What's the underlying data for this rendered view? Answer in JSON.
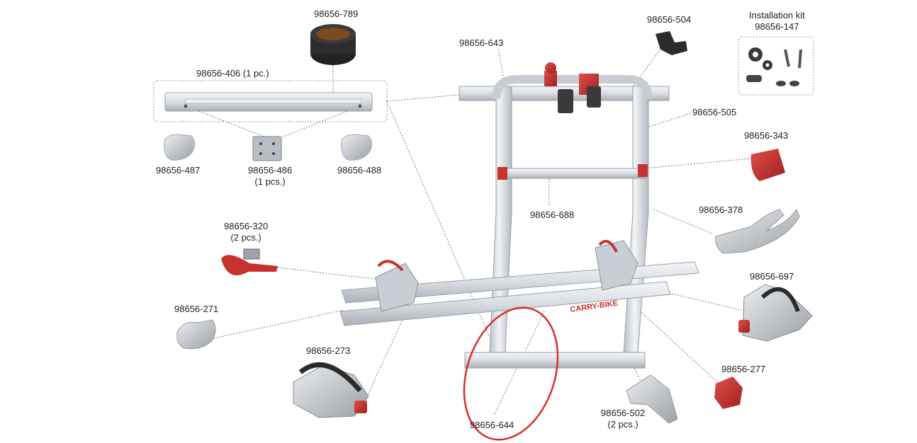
{
  "diagram": {
    "brand_text": "CARRY-BIKE",
    "colors": {
      "aluminium": "#d9dde2",
      "aluminium_dark": "#a9afb6",
      "accent_red": "#c8322e",
      "highlight_red": "#d8312c",
      "dark_part": "#2b2b2b",
      "leader_line": "#555555"
    },
    "parts": [
      {
        "id": "p789",
        "lines": [
          "98656-789"
        ]
      },
      {
        "id": "p406",
        "lines": [
          "98656-406 (1 pc.)"
        ]
      },
      {
        "id": "p643",
        "lines": [
          "98656-643"
        ]
      },
      {
        "id": "p504",
        "lines": [
          "98656-504"
        ]
      },
      {
        "id": "kit",
        "lines": [
          "Installation kit",
          "98656-147"
        ]
      },
      {
        "id": "p505",
        "lines": [
          "98656-505"
        ]
      },
      {
        "id": "p343",
        "lines": [
          "98656-343"
        ]
      },
      {
        "id": "p487",
        "lines": [
          "98656-487"
        ]
      },
      {
        "id": "p486",
        "lines": [
          "98656-486",
          "(1 pcs.)"
        ]
      },
      {
        "id": "p488",
        "lines": [
          "98656-488"
        ]
      },
      {
        "id": "p688",
        "lines": [
          "98656-688"
        ]
      },
      {
        "id": "p378",
        "lines": [
          "98656-378"
        ]
      },
      {
        "id": "p320",
        "lines": [
          "98656-320",
          "(2 pcs.)"
        ]
      },
      {
        "id": "p697",
        "lines": [
          "98656-697"
        ]
      },
      {
        "id": "p271",
        "lines": [
          "98656-271"
        ]
      },
      {
        "id": "p273",
        "lines": [
          "98656-273"
        ]
      },
      {
        "id": "p277",
        "lines": [
          "98656-277"
        ]
      },
      {
        "id": "p502",
        "lines": [
          "98656-502",
          "(2 pcs.)"
        ]
      },
      {
        "id": "p644",
        "lines": [
          "98656-644"
        ]
      }
    ]
  }
}
